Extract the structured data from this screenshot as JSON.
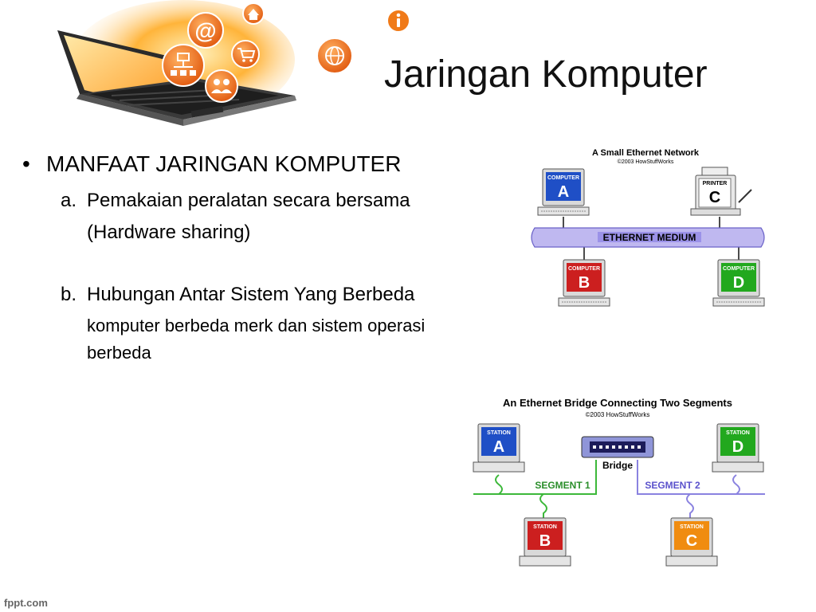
{
  "slide": {
    "title": "Jaringan Komputer",
    "bullet": "MANFAAT JARINGAN KOMPUTER",
    "items": [
      {
        "marker": "a.",
        "lines": [
          "Pemakaian peralatan secara bersama",
          "(Hardware sharing)"
        ]
      },
      {
        "marker": "b.",
        "lines": [
          "Hubungan Antar Sistem Yang Berbeda"
        ],
        "sub": [
          "komputer berbeda merk dan sistem operasi",
          "berbeda"
        ]
      }
    ]
  },
  "diagram1": {
    "title": "A Small Ethernet Network",
    "credit": "©2003 HowStuffWorks",
    "medium": "ETHERNET MEDIUM",
    "nodes": [
      {
        "type": "COMPUTER",
        "letter": "A",
        "color": "#1f4fc6"
      },
      {
        "type": "PRINTER",
        "letter": "C",
        "color": "#ffffff"
      },
      {
        "type": "COMPUTER",
        "letter": "B",
        "color": "#cc1f1f"
      },
      {
        "type": "COMPUTER",
        "letter": "D",
        "color": "#22a81e"
      }
    ]
  },
  "diagram2": {
    "title": "An Ethernet Bridge Connecting Two Segments",
    "credit": "©2003 HowStuffWorks",
    "bridge": "Bridge",
    "segment1": "SEGMENT 1",
    "segment2": "SEGMENT 2",
    "nodes": [
      {
        "type": "STATION",
        "letter": "A",
        "color": "#1f4fc6"
      },
      {
        "type": "STATION",
        "letter": "D",
        "color": "#22a81e"
      },
      {
        "type": "STATION",
        "letter": "B",
        "color": "#cc1f1f"
      },
      {
        "type": "STATION",
        "letter": "C",
        "color": "#f08c10"
      }
    ]
  },
  "footer": {
    "watermark": "fppt.com"
  },
  "icons": [
    "at-sign-icon",
    "home-icon",
    "network-icon",
    "cart-icon",
    "users-icon",
    "globe-icon",
    "info-icon"
  ],
  "colors": {
    "accent": "#f07a18"
  }
}
